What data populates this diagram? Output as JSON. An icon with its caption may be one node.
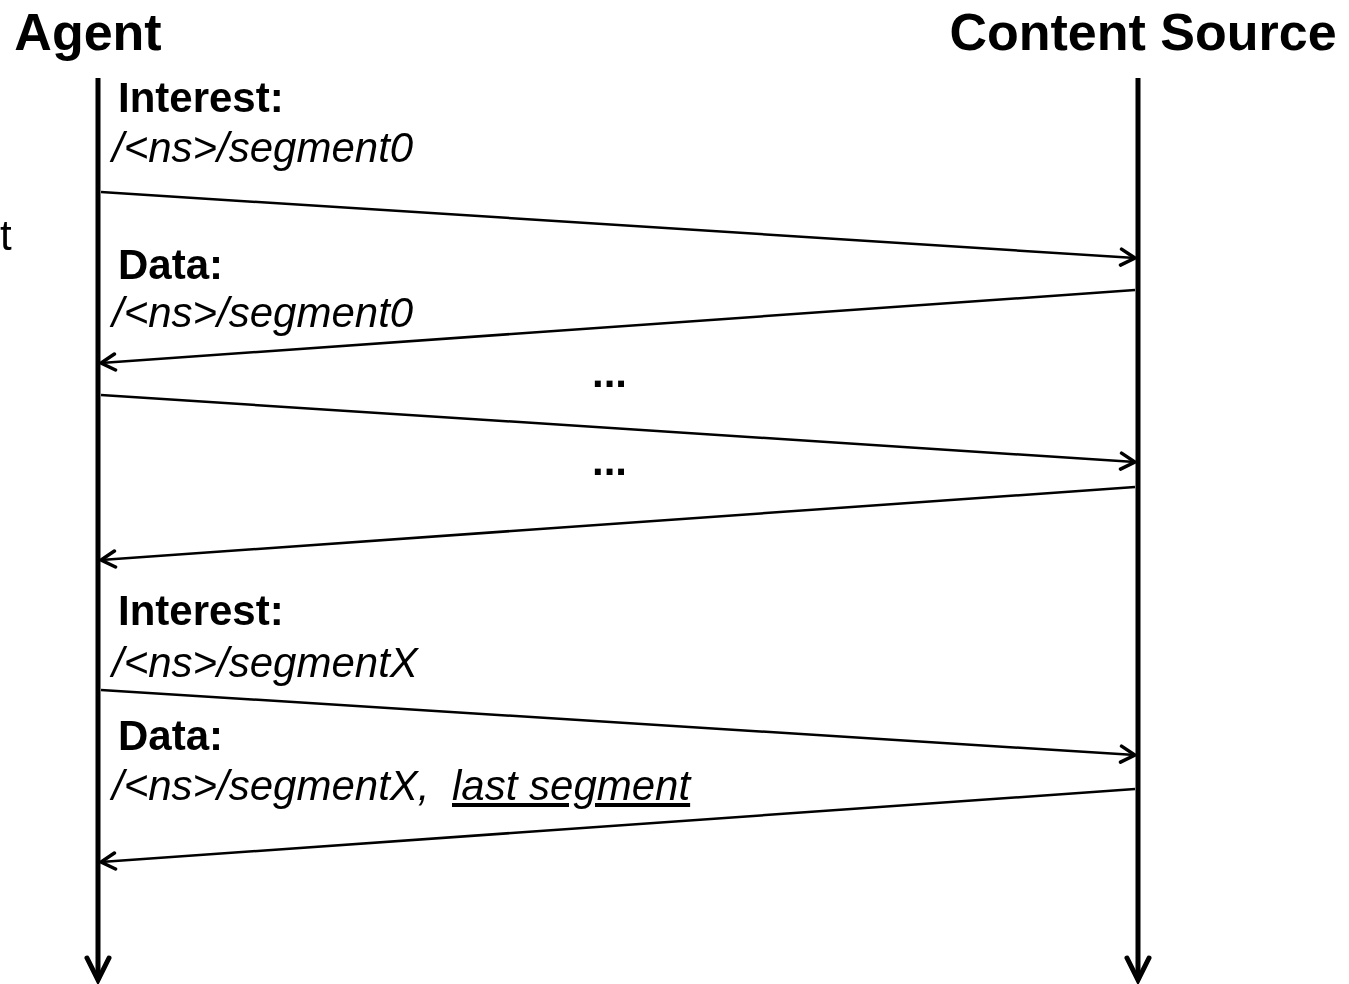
{
  "diagram": {
    "nodes": [
      {
        "text": [
          "Agent"
        ]
      },
      {
        "text": [
          "Content Source"
        ]
      },
      {
        "text": [],
        "shape": "bar"
      },
      {
        "text": [],
        "shape": "bar"
      }
    ],
    "edges": [
      {
        "from": 2,
        "to": 3,
        "arrow": "to"
      },
      {
        "from": 3,
        "to": 2,
        "arrow": "to"
      },
      {
        "from": 2,
        "to": 3,
        "arrow": "to"
      },
      {
        "from": 3,
        "to": 2,
        "arrow": "to"
      },
      {
        "from": 2,
        "to": 3,
        "arrow": "to"
      },
      {
        "from": 3,
        "to": 2,
        "arrow": "to"
      }
    ],
    "labels": [
      "Interest:",
      "/<ns>/segment0",
      "t",
      "Data:",
      "/<ns>/segment0",
      "...",
      "...",
      "Interest:",
      "/<ns>/segmentX",
      "Data:",
      "/<ns>/segmentX,",
      "last segment"
    ]
  }
}
